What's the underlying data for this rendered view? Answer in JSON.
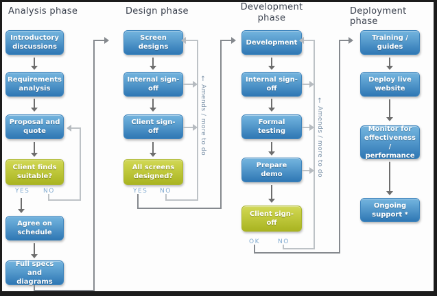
{
  "phases": [
    {
      "title": "Analysis phase",
      "steps": [
        {
          "label": "Introductory discussions"
        },
        {
          "label": "Requirements analysis"
        },
        {
          "label": "Proposal and quote"
        },
        {
          "label": "Client finds suitable?"
        },
        {
          "label": "Agree on schedule"
        },
        {
          "label": "Full specs and diagrams"
        }
      ],
      "branch_yes": "YES",
      "branch_no": "NO"
    },
    {
      "title": "Design phase",
      "steps": [
        {
          "label": "Screen designs"
        },
        {
          "label": "Internal sign-off"
        },
        {
          "label": "Client sign-off"
        },
        {
          "label": "All screens designed?"
        }
      ],
      "branch_yes": "YES",
      "branch_no": "NO",
      "loop_label": "Amends / more to do"
    },
    {
      "title": "Development phase",
      "steps": [
        {
          "label": "Development"
        },
        {
          "label": "Internal sign-off"
        },
        {
          "label": "Formal testing"
        },
        {
          "label": "Prepare demo"
        },
        {
          "label": "Client sign-off"
        }
      ],
      "branch_yes": "OK",
      "branch_no": "NO",
      "loop_label": "Amends / more to do"
    },
    {
      "title": "Deployment phase",
      "steps": [
        {
          "label": "Training / guides"
        },
        {
          "label": "Deploy live website"
        },
        {
          "label": "Monitor for effectiveness / performance"
        },
        {
          "label": "Ongoing support *"
        }
      ]
    }
  ],
  "icons": {
    "loop_arrow": "↑"
  },
  "colors": {
    "box_blue_top": "#68abd8",
    "box_blue_bottom": "#2f77b4",
    "box_green_top": "#cbd24a",
    "box_green_bottom": "#a9b421",
    "arrow_dark": "#6d6d6d",
    "connector_gray": "#85898e",
    "connector_light": "#bdc2c6",
    "branch_label_blue": "#7fa9cf",
    "loop_text": "#7d93a9",
    "title_text": "#39404d",
    "frame_border": "#1c1c1c"
  }
}
